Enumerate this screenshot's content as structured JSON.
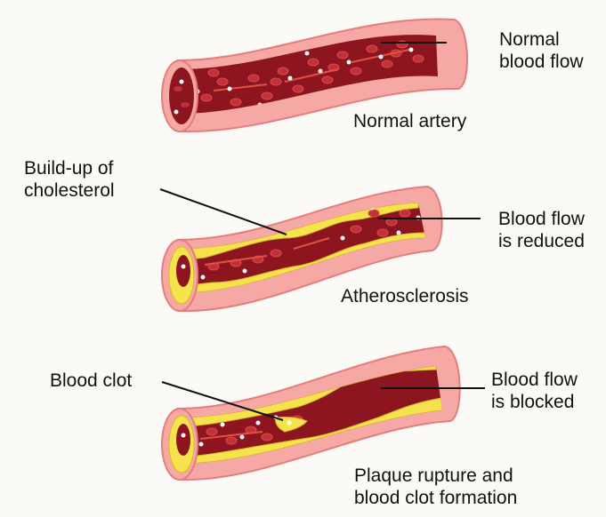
{
  "labels": {
    "normal_flow": [
      "Normal",
      "blood flow"
    ],
    "normal_artery": "Normal artery",
    "cholesterol": [
      "Build-up of",
      "cholesterol"
    ],
    "reduced": [
      "Blood flow",
      "is reduced"
    ],
    "atherosclerosis": "Atherosclerosis",
    "blood_clot": "Blood clot",
    "blocked": [
      "Blood flow",
      "is blocked"
    ],
    "rupture": [
      "Plaque rupture and",
      "blood clot formation"
    ]
  },
  "colors": {
    "outer_wall": "#f6a8a4",
    "wall_edge": "#e47d7c",
    "lumen": "#8c1520",
    "cell": "#c2303a",
    "cell_center": "#7a0e18",
    "plaque": "#f4e34a",
    "plaque_edge": "#d9b92c",
    "platelet": "#ffffff",
    "flow_arrow": "#e0533e"
  }
}
